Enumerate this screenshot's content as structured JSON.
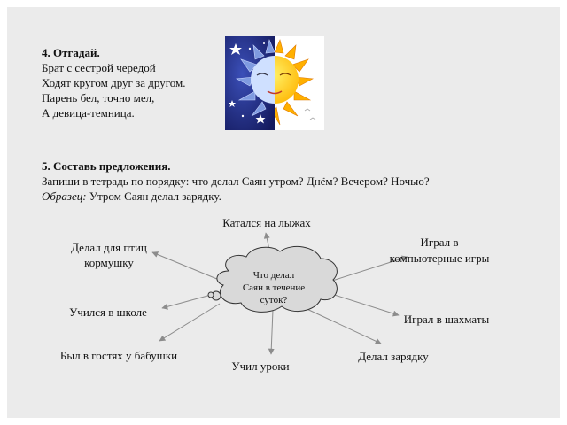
{
  "riddle": {
    "title": "4. Отгадай.",
    "lines": [
      "Брат с сестрой чередой",
      "Ходят кругом друг за другом.",
      "Парень бел, точно мел,",
      "А девица-темница."
    ]
  },
  "task5": {
    "title": "5. Составь предложения.",
    "instruction": "Запиши в тетрадь по порядку: что делал Саян утром? Днём? Вечером? Ночью?",
    "example_label": "Образец:",
    "example_text": " Утром Саян делал зарядку."
  },
  "diagram": {
    "center": [
      "Что делал",
      "Саян в течение",
      "суток?"
    ],
    "items": {
      "ski": "Катался на лыжах",
      "feeder": [
        "Делал для птиц",
        "кормушку"
      ],
      "games": [
        "Играл в",
        "компьютерные игры"
      ],
      "school": "Учился в школе",
      "chess": "Играл в шахматы",
      "grandma": "Был в гостях у бабушки",
      "lessons": "Учил уроки",
      "exercise": "Делал зарядку"
    }
  },
  "colors": {
    "slide_bg": "#ebebeb",
    "cloud_fill": "#d9d9d9",
    "arrow": "#8c8c8c"
  },
  "image": {
    "subject": "sun-and-moon-illustration"
  }
}
